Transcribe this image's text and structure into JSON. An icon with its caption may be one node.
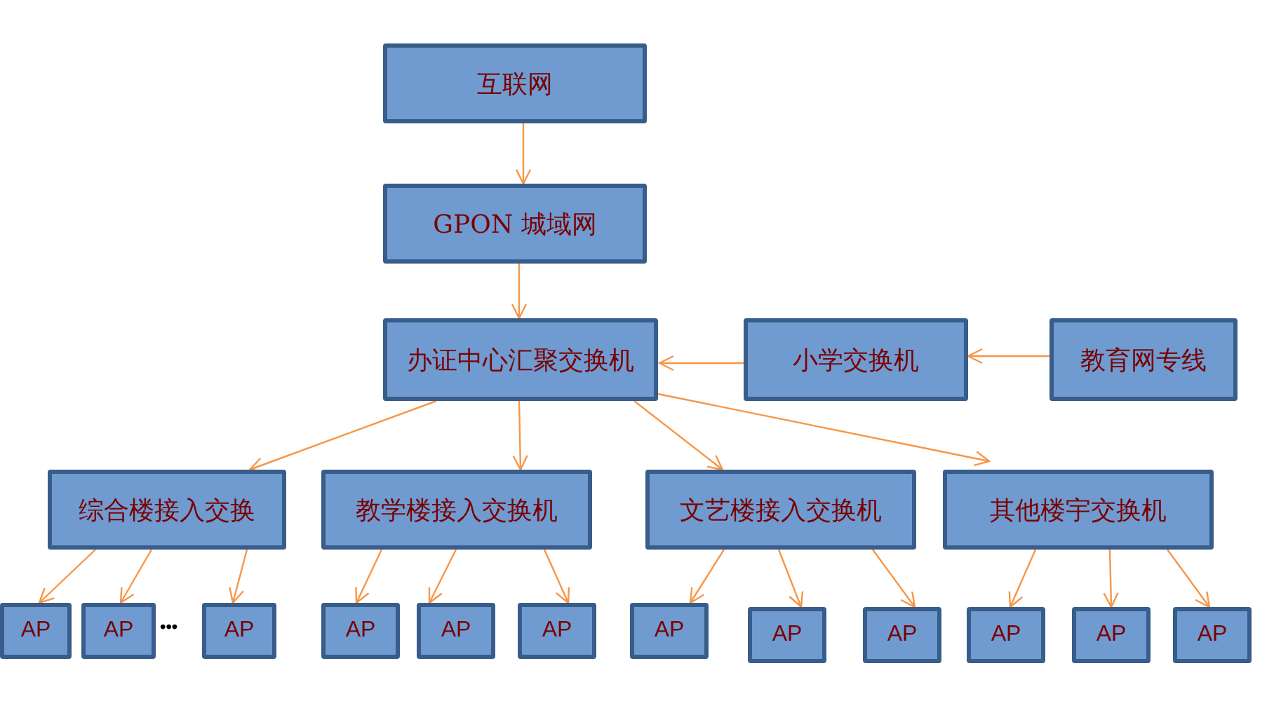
{
  "diagram": {
    "nodes": [
      {
        "text": [
          "互联网"
        ]
      },
      {
        "text": [
          "GPON 城域网"
        ]
      },
      {
        "text": [
          "办证中心汇聚交换机"
        ]
      },
      {
        "text": [
          "小学交换机"
        ]
      },
      {
        "text": [
          "教育网专线"
        ]
      },
      {
        "text": [
          "综合楼接入交换"
        ]
      },
      {
        "text": [
          "教学楼接入交换机"
        ]
      },
      {
        "text": [
          "文艺楼接入交换机"
        ]
      },
      {
        "text": [
          "其他楼宇交换机"
        ]
      },
      {
        "text": [
          "AP"
        ]
      },
      {
        "text": [
          "AP"
        ]
      },
      {
        "text": [
          "AP"
        ]
      },
      {
        "text": [
          "AP"
        ]
      },
      {
        "text": [
          "AP"
        ]
      },
      {
        "text": [
          "AP"
        ]
      },
      {
        "text": [
          "AP"
        ]
      },
      {
        "text": [
          "AP"
        ]
      },
      {
        "text": [
          "AP"
        ]
      },
      {
        "text": [
          "AP"
        ]
      },
      {
        "text": [
          "AP"
        ]
      },
      {
        "text": [
          "AP"
        ]
      }
    ],
    "edges": [
      {
        "from": 0,
        "to": 1,
        "arrow": "to"
      },
      {
        "from": 1,
        "to": 2,
        "arrow": "to"
      },
      {
        "from": 3,
        "to": 2,
        "arrow": "to"
      },
      {
        "from": 4,
        "to": 3,
        "arrow": "to"
      },
      {
        "from": 2,
        "to": 5,
        "arrow": "to"
      },
      {
        "from": 2,
        "to": 6,
        "arrow": "to"
      },
      {
        "from": 2,
        "to": 7,
        "arrow": "to"
      },
      {
        "from": 2,
        "to": 8,
        "arrow": "to"
      },
      {
        "from": 5,
        "to": 9,
        "arrow": "to"
      },
      {
        "from": 5,
        "to": 10,
        "arrow": "to"
      },
      {
        "from": 5,
        "to": 11,
        "arrow": "to"
      },
      {
        "from": 6,
        "to": 12,
        "arrow": "to"
      },
      {
        "from": 6,
        "to": 13,
        "arrow": "to"
      },
      {
        "from": 6,
        "to": 14,
        "arrow": "to"
      },
      {
        "from": 7,
        "to": 15,
        "arrow": "to"
      },
      {
        "from": 7,
        "to": 16,
        "arrow": "to"
      },
      {
        "from": 7,
        "to": 17,
        "arrow": "to"
      },
      {
        "from": 8,
        "to": 18,
        "arrow": "to"
      },
      {
        "from": 8,
        "to": 19,
        "arrow": "to"
      },
      {
        "from": 8,
        "to": 20,
        "arrow": "to"
      }
    ],
    "labels": [
      "•••"
    ]
  }
}
